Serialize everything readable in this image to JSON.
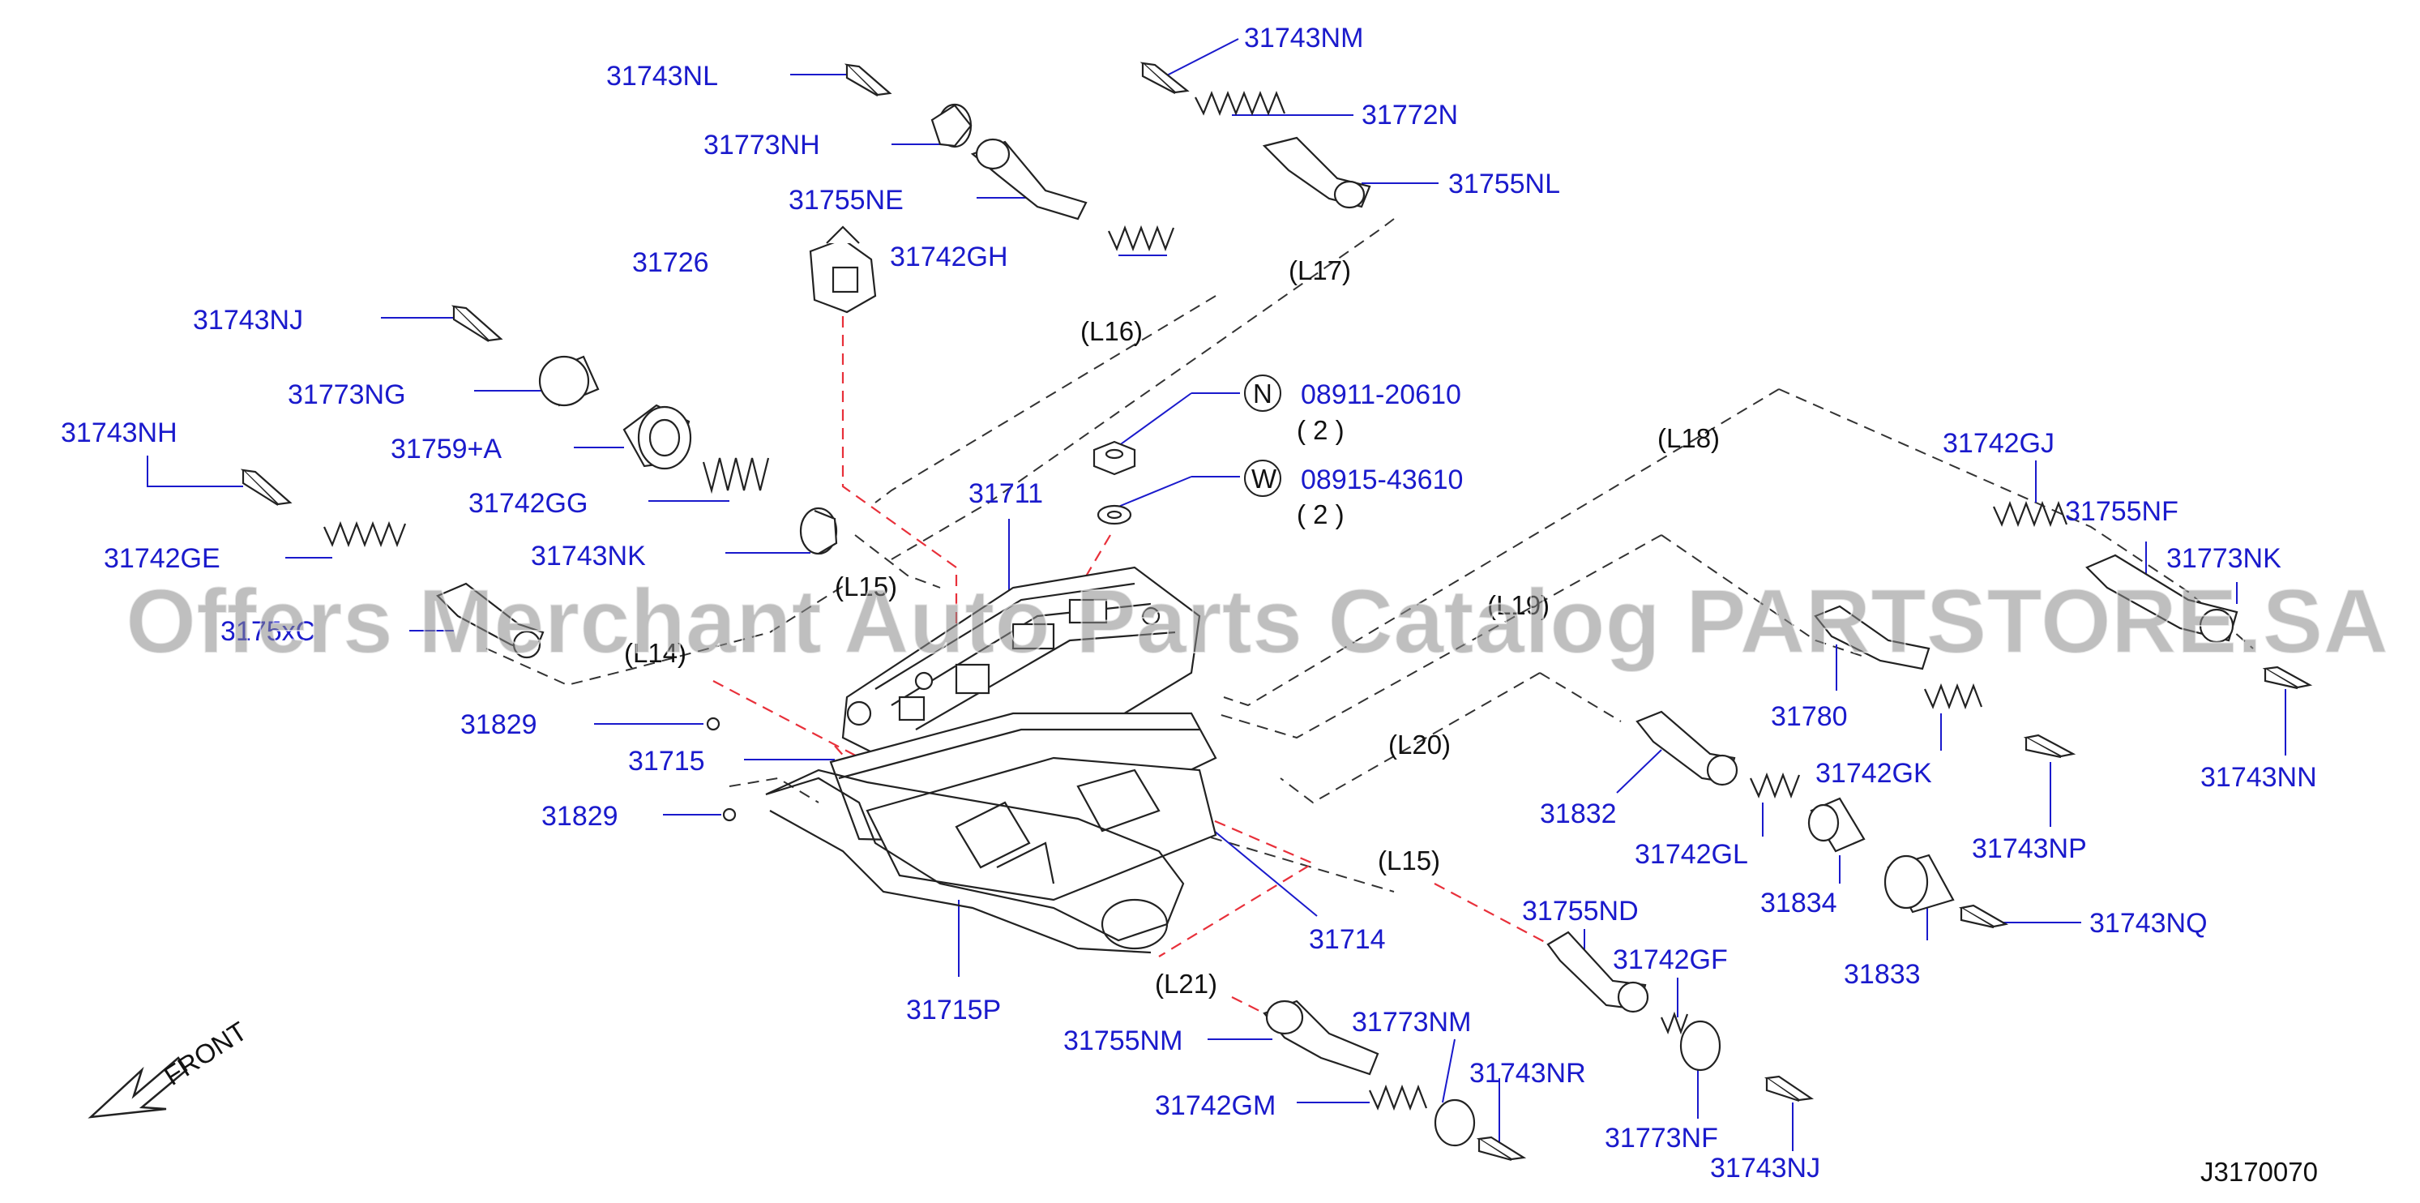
{
  "colors": {
    "part_number": "#1a1acc",
    "line": "#333333",
    "dashed_red": "#e8303a",
    "drawing": "#222222",
    "watermark": "#8a8a8a"
  },
  "watermark": "Offers Merchant Auto Parts Catalog PARTSTORE.SA",
  "diagram_code": "J3170070",
  "front": {
    "label": "FRONT"
  },
  "callouts": {
    "n_marker": "N",
    "n_part": "08911-20610",
    "n_qty": "( 2 )",
    "w_marker": "W",
    "w_part": "08915-43610",
    "w_qty": "( 2 )"
  },
  "parts": {
    "p31743NL": "31743NL",
    "p31743NM": "31743NM",
    "p31773NH": "31773NH",
    "p31772N": "31772N",
    "p31755NE": "31755NE",
    "p31755NL": "31755NL",
    "p31726": "31726",
    "p31742GH": "31742GH",
    "p31743NJ_a": "31743NJ",
    "p31773NG": "31773NG",
    "p31759A": "31759+A",
    "p31743NH": "31743NH",
    "p31742GG": "31742GG",
    "p31742GE": "31742GE",
    "p31743NK": "31743NK",
    "p3175xC": "3175xC",
    "p31711": "31711",
    "p31829_a": "31829",
    "p31715": "31715",
    "p31829_b": "31829",
    "p31714": "31714",
    "p31715P": "31715P",
    "p31742GJ": "31742GJ",
    "p31755NF": "31755NF",
    "p31773NK": "31773NK",
    "p31780": "31780",
    "p31742GK": "31742GK",
    "p31743NN": "31743NN",
    "p31743NP": "31743NP",
    "p31832": "31832",
    "p31742GL": "31742GL",
    "p31834": "31834",
    "p31833": "31833",
    "p31743NQ": "31743NQ",
    "p31755ND": "31755ND",
    "p31742GF": "31742GF",
    "p31773NF": "31773NF",
    "p31743NJ_b": "31743NJ",
    "p31755NM": "31755NM",
    "p31773NM": "31773NM",
    "p31743NR": "31743NR",
    "p31742GM": "31742GM"
  },
  "location_labels": {
    "L14": "(L14)",
    "L15a": "(L15)",
    "L15b": "(L15)",
    "L16": "(L16)",
    "L17": "(L17)",
    "L18": "(L18)",
    "L19": "(L19)",
    "L20": "(L20)",
    "L21": "(L21)"
  }
}
